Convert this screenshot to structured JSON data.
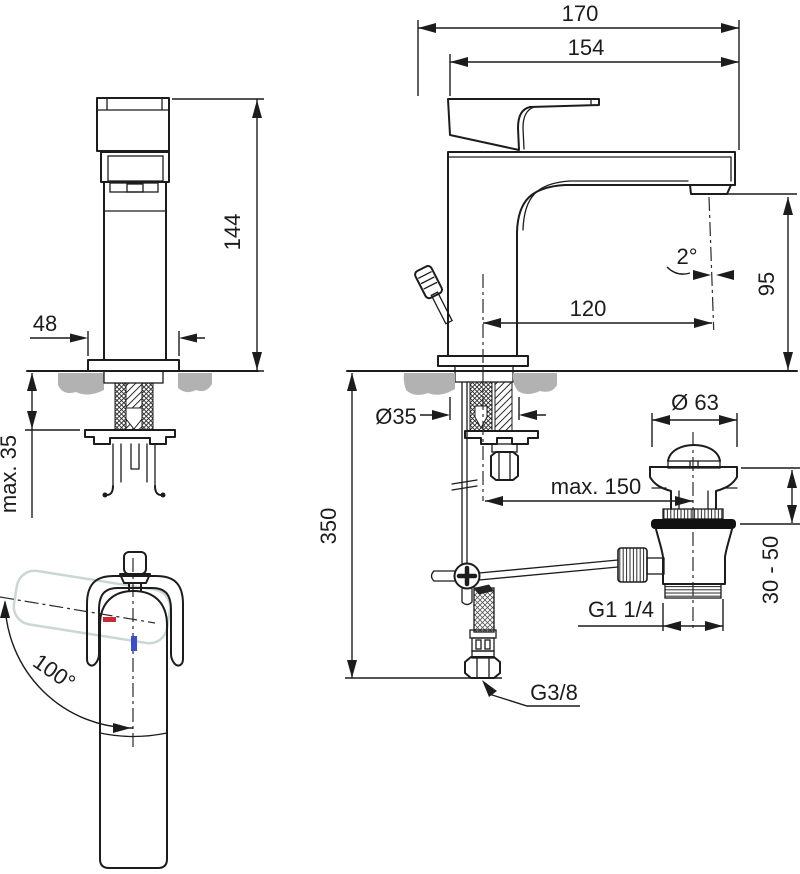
{
  "drawing": {
    "type": "technical-installation-drawing",
    "subject": "single-lever basin mixer tap with pop-up waste",
    "colors": {
      "line": "#1c1c1c",
      "counter_gray": "#b2b2b2",
      "ghost_outline": "#c9d7d7",
      "hot_mark": "#cc2936",
      "cold_mark": "#3a50c8",
      "background": "#ffffff"
    },
    "labels": {
      "total_width": "170",
      "spout_width": "154",
      "body_height": "144",
      "base_diameter": "48",
      "max_counter_thickness": "max. 35",
      "spout_angle": "2°",
      "spout_reach": "120",
      "spout_height": "95",
      "mounting_hole": "Ø35",
      "hose_length": "350",
      "popup_rod_reach": "max. 150",
      "waste_flange_diameter": "Ø 63",
      "waste_height_range": "30 - 50",
      "handle_swivel_angle": "100°",
      "waste_thread": "G1 1/4",
      "supply_thread": "G3/8"
    }
  }
}
